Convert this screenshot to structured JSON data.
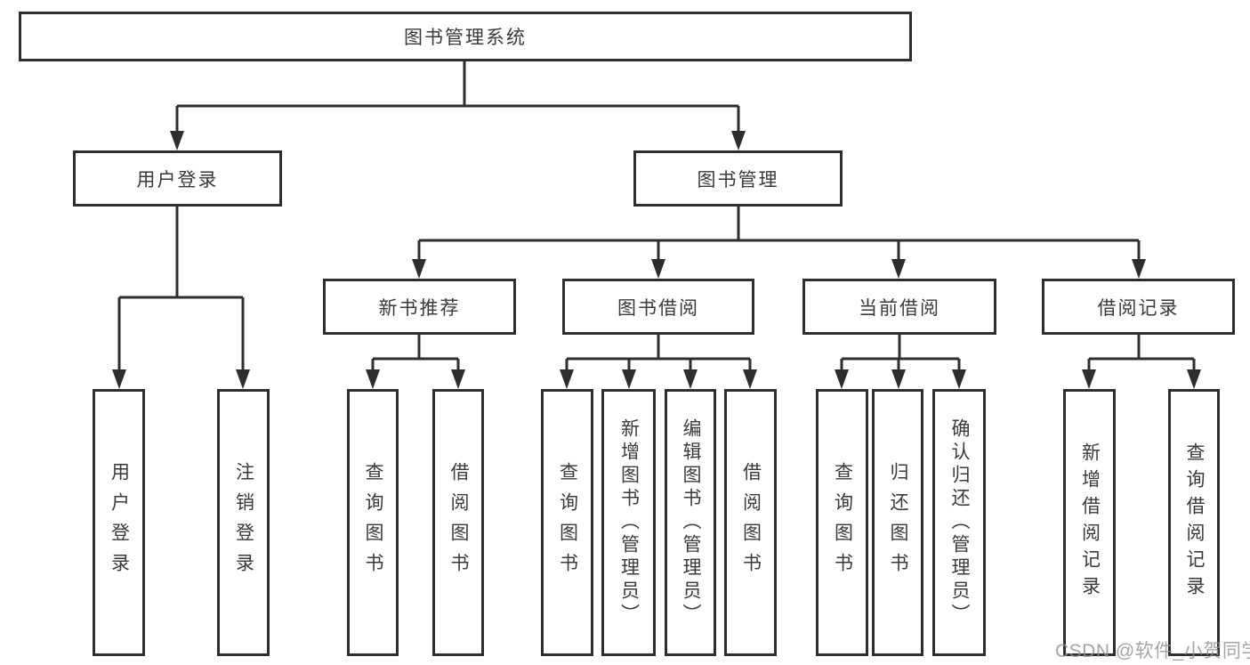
{
  "colors": {
    "line": "#2e2e2e",
    "box_border": "#2e2e2e",
    "text": "#3a3a3a",
    "background": "#ffffff",
    "watermark": "#919191"
  },
  "watermark": {
    "text": "CSDN @软件_小贺同学"
  },
  "tree": {
    "root": {
      "label": "图书管理系统"
    },
    "level2": [
      {
        "label": "用户登录"
      },
      {
        "label": "图书管理"
      }
    ],
    "level3": [
      {
        "label": "新书推荐"
      },
      {
        "label": "图书借阅"
      },
      {
        "label": "当前借阅"
      },
      {
        "label": "借阅记录"
      }
    ],
    "level4": {
      "user_login": [
        {
          "label": "用户登录"
        },
        {
          "label": "注销登录"
        }
      ],
      "new_book_recommend": [
        {
          "label": "查询图书"
        },
        {
          "label": "借阅图书"
        }
      ],
      "book_borrow": [
        {
          "label": "查询图书"
        },
        {
          "label": "新增图书（管理员）"
        },
        {
          "label": "编辑图书（管理员）"
        },
        {
          "label": "借阅图书"
        }
      ],
      "current_borrow": [
        {
          "label": "查询图书"
        },
        {
          "label": "归还图书"
        },
        {
          "label": "确认归还（管理员）"
        }
      ],
      "borrow_records": [
        {
          "label": "新增借阅记录"
        },
        {
          "label": "查询借阅记录"
        }
      ]
    }
  }
}
